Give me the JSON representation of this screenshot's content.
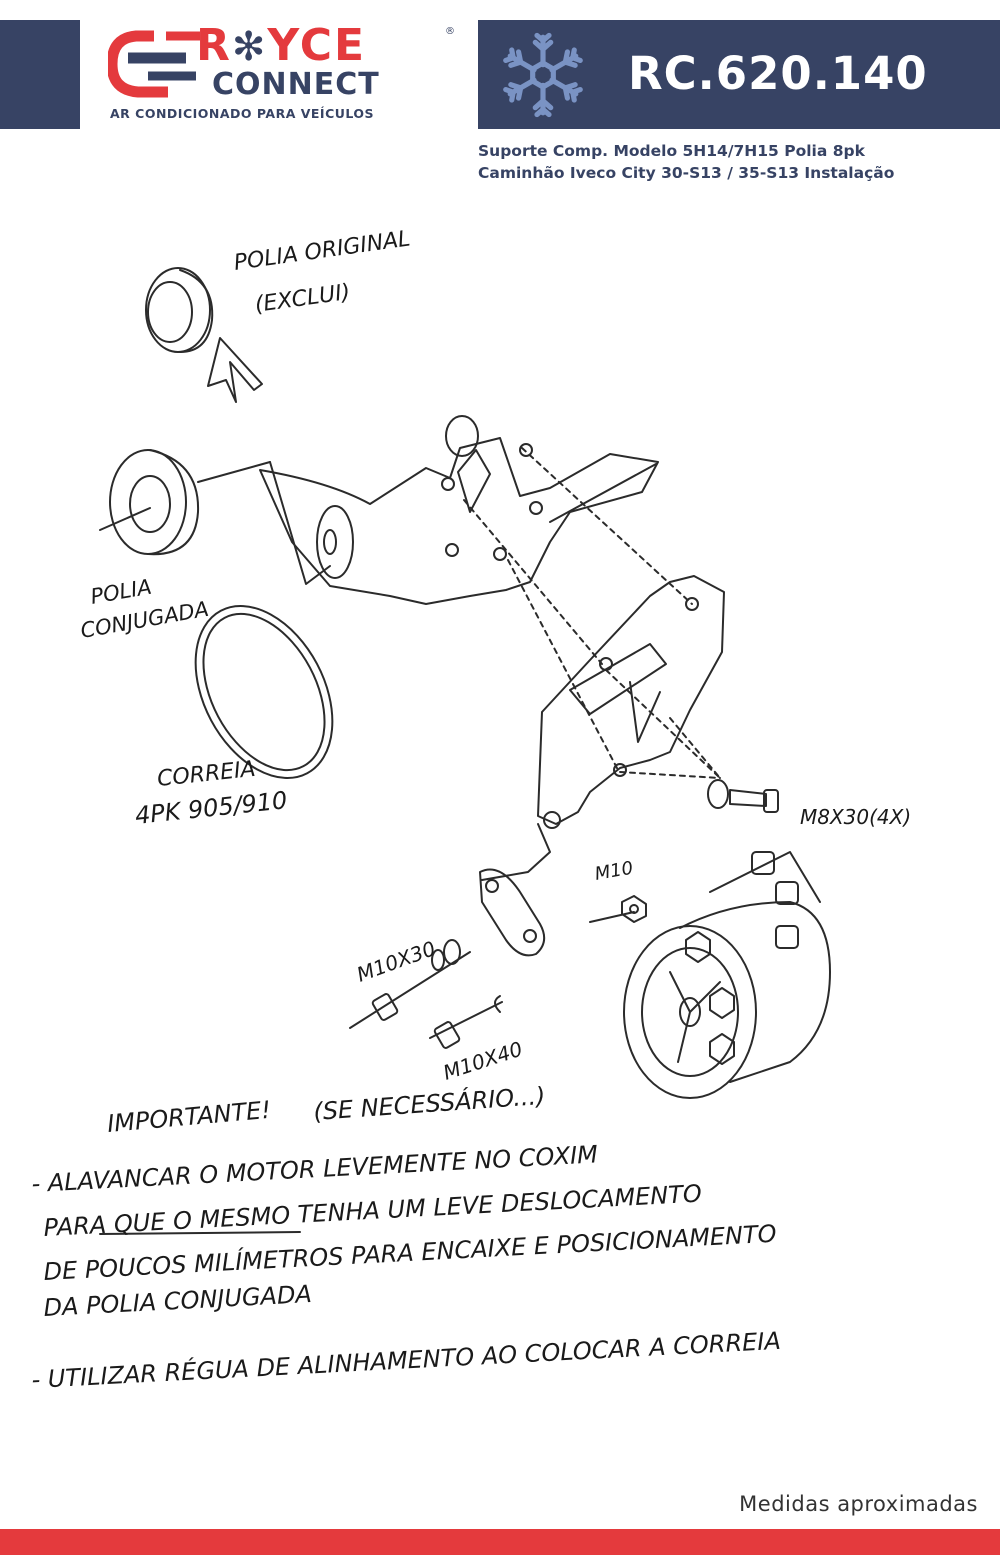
{
  "brand": {
    "top_left": "R",
    "top_right": "YCE",
    "bottom": "CONNECT",
    "tagline": "AR CONDICIONADO PARA VEÍCULOS",
    "registered": "®",
    "colors": {
      "navy": "#374364",
      "red": "#e43a3d"
    }
  },
  "product": {
    "code": "RC.620.140",
    "description_line1": "Suporte Comp. Modelo 5H14/7H15 Polia 8pk",
    "description_line2": "Caminhão Iveco City 30-S13 / 35-S13 Instalação"
  },
  "drawing": {
    "labels": {
      "original_pulley": "POLIA ORIGINAL",
      "original_pulley_note": "(EXCLUI)",
      "combined_pulley_1": "POLIA",
      "combined_pulley_2": "CONJUGADA",
      "belt_1": "CORREIA",
      "belt_2": "4PK 905/910",
      "bolt_m8": "M8X30(4X)",
      "nut_m10": "M10",
      "bolt_m10x30": "M10X30",
      "bolt_m10x40": "M10X40"
    },
    "notes": {
      "heading": "IMPORTANTE!",
      "heading_note": "(SE NECESSÁRIO...)",
      "line1": "- ALAVANCAR O MOTOR LEVEMENTE NO COXIM",
      "line2": "PARA QUE O MESMO TENHA UM LEVE DESLOCAMENTO",
      "line3": "DE POUCOS MILÍMETROS PARA ENCAIXE E POSICIONAMENTO",
      "line4": "DA POLIA CONJUGADA",
      "line5": "- UTILIZAR RÉGUA DE ALINHAMENTO AO COLOCAR A CORREIA"
    }
  },
  "footer": {
    "note": "Medidas aproximadas"
  }
}
